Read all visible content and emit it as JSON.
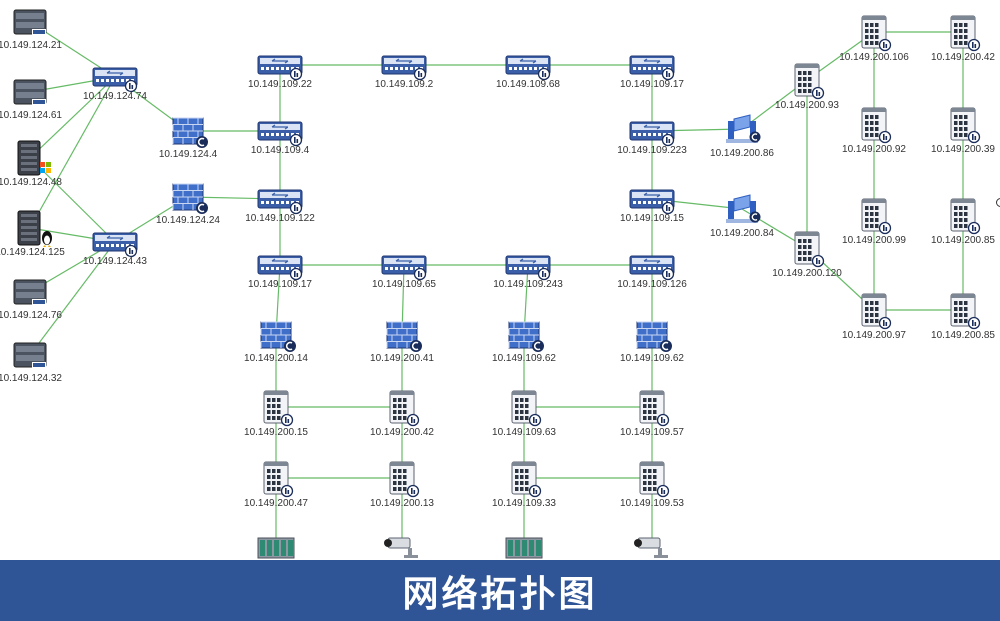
{
  "banner": {
    "title": "网络拓扑图"
  },
  "colors": {
    "link": "#66bb66",
    "banner": "#2f5597",
    "switch": "#3a5fa8",
    "firewall": "#3f6fc8"
  },
  "nodes": [
    {
      "id": "s21",
      "type": "server",
      "label": "10.149.124.21"
    },
    {
      "id": "s61",
      "type": "server",
      "label": "10.149.124.61"
    },
    {
      "id": "s48",
      "type": "windows-server",
      "label": "10.149.124.48"
    },
    {
      "id": "s125",
      "type": "linux-server",
      "label": "10.149.124.125"
    },
    {
      "id": "s76",
      "type": "server",
      "label": "10.149.124.76"
    },
    {
      "id": "s32",
      "type": "server",
      "label": "10.149.124.32"
    },
    {
      "id": "sw74",
      "type": "switch",
      "label": "10.149.124.74"
    },
    {
      "id": "sw43",
      "type": "switch",
      "label": "10.149.124.43"
    },
    {
      "id": "fw4",
      "type": "firewall",
      "label": "10.149.124.4"
    },
    {
      "id": "fw24",
      "type": "firewall",
      "label": "10.149.124.24"
    },
    {
      "id": "c22",
      "type": "switch",
      "label": "10.149.109.22"
    },
    {
      "id": "c2",
      "type": "switch",
      "label": "10.149.109.2"
    },
    {
      "id": "c68",
      "type": "switch",
      "label": "10.149.109.68"
    },
    {
      "id": "c17a",
      "type": "switch",
      "label": "10.149.109.17"
    },
    {
      "id": "c4",
      "type": "switch",
      "label": "10.149.109.4"
    },
    {
      "id": "c223",
      "type": "switch",
      "label": "10.149.109.223"
    },
    {
      "id": "c122",
      "type": "switch",
      "label": "10.149.109.122"
    },
    {
      "id": "c15",
      "type": "switch",
      "label": "10.149.109.15"
    },
    {
      "id": "c17b",
      "type": "switch",
      "label": "10.149.109.17"
    },
    {
      "id": "c65",
      "type": "switch",
      "label": "10.149.109.65"
    },
    {
      "id": "c243",
      "type": "switch",
      "label": "10.149.109.243"
    },
    {
      "id": "c126",
      "type": "switch",
      "label": "10.149.109.126"
    },
    {
      "id": "f14",
      "type": "firewall",
      "label": "10.149.200.14"
    },
    {
      "id": "f41",
      "type": "firewall",
      "label": "10.149.200.41"
    },
    {
      "id": "f62a",
      "type": "firewall",
      "label": "10.149.109.62"
    },
    {
      "id": "f62b",
      "type": "firewall",
      "label": "10.149.109.62"
    },
    {
      "id": "i15",
      "type": "industrial-switch",
      "label": "10.149.200.15"
    },
    {
      "id": "i42",
      "type": "industrial-switch",
      "label": "10.149.200.42"
    },
    {
      "id": "i63",
      "type": "industrial-switch",
      "label": "10.149.109.63"
    },
    {
      "id": "i57",
      "type": "industrial-switch",
      "label": "10.149.109.57"
    },
    {
      "id": "i47",
      "type": "industrial-switch",
      "label": "10.149.200.47"
    },
    {
      "id": "i13",
      "type": "industrial-switch",
      "label": "10.149.200.13"
    },
    {
      "id": "i33",
      "type": "industrial-switch",
      "label": "10.149.109.33"
    },
    {
      "id": "i53",
      "type": "industrial-switch",
      "label": "10.149.109.53"
    },
    {
      "id": "p1",
      "type": "plc",
      "label": ""
    },
    {
      "id": "cam1",
      "type": "camera",
      "label": ""
    },
    {
      "id": "p2",
      "type": "plc",
      "label": ""
    },
    {
      "id": "cam2",
      "type": "camera",
      "label": ""
    },
    {
      "id": "g86",
      "type": "gateway",
      "label": "10.149.200.86"
    },
    {
      "id": "g84",
      "type": "gateway",
      "label": "10.149.200.84"
    },
    {
      "id": "r93",
      "type": "industrial-switch",
      "label": "10.149.200.93"
    },
    {
      "id": "r120",
      "type": "industrial-switch",
      "label": "10.149.200.120"
    },
    {
      "id": "r106",
      "type": "industrial-switch",
      "label": "10.149.200.106"
    },
    {
      "id": "r42",
      "type": "industrial-switch",
      "label": "10.149.200.42"
    },
    {
      "id": "r92",
      "type": "industrial-switch",
      "label": "10.149.200.92"
    },
    {
      "id": "r39",
      "type": "industrial-switch",
      "label": "10.149.200.39"
    },
    {
      "id": "r99",
      "type": "industrial-switch",
      "label": "10.149.200.99"
    },
    {
      "id": "r85a",
      "type": "industrial-switch",
      "label": "10.149.200.85"
    },
    {
      "id": "r97",
      "type": "industrial-switch",
      "label": "10.149.200.97"
    },
    {
      "id": "r85b",
      "type": "industrial-switch",
      "label": "10.149.200.85"
    }
  ],
  "links": [
    [
      "s21",
      "sw74"
    ],
    [
      "s61",
      "sw74"
    ],
    [
      "s48",
      "sw74"
    ],
    [
      "s125",
      "sw74"
    ],
    [
      "s48",
      "sw43"
    ],
    [
      "s125",
      "sw43"
    ],
    [
      "s76",
      "sw43"
    ],
    [
      "s32",
      "sw43"
    ],
    [
      "sw74",
      "fw4"
    ],
    [
      "sw43",
      "fw24"
    ],
    [
      "fw4",
      "c4"
    ],
    [
      "fw24",
      "c122"
    ],
    [
      "c22",
      "c2"
    ],
    [
      "c2",
      "c68"
    ],
    [
      "c68",
      "c17a"
    ],
    [
      "c22",
      "c4"
    ],
    [
      "c4",
      "c122"
    ],
    [
      "c122",
      "c17b"
    ],
    [
      "c17a",
      "c223"
    ],
    [
      "c223",
      "c15"
    ],
    [
      "c15",
      "c126"
    ],
    [
      "c17b",
      "c65"
    ],
    [
      "c65",
      "c243"
    ],
    [
      "c243",
      "c126"
    ],
    [
      "c17b",
      "f14"
    ],
    [
      "c65",
      "f41"
    ],
    [
      "c243",
      "f62a"
    ],
    [
      "c126",
      "f62b"
    ],
    [
      "f14",
      "i15"
    ],
    [
      "f41",
      "i42"
    ],
    [
      "f62a",
      "i63"
    ],
    [
      "f62b",
      "i57"
    ],
    [
      "i15",
      "i42"
    ],
    [
      "i63",
      "i57"
    ],
    [
      "i15",
      "i47"
    ],
    [
      "i42",
      "i13"
    ],
    [
      "i63",
      "i33"
    ],
    [
      "i57",
      "i53"
    ],
    [
      "i47",
      "i13"
    ],
    [
      "i33",
      "i53"
    ],
    [
      "i47",
      "p1"
    ],
    [
      "i13",
      "cam1"
    ],
    [
      "i33",
      "p2"
    ],
    [
      "i53",
      "cam2"
    ],
    [
      "c223",
      "g86"
    ],
    [
      "c15",
      "g84"
    ],
    [
      "g86",
      "r93"
    ],
    [
      "g84",
      "r120"
    ],
    [
      "r93",
      "r106"
    ],
    [
      "r93",
      "r120"
    ],
    [
      "r120",
      "r97"
    ],
    [
      "r106",
      "r42"
    ],
    [
      "r106",
      "r92"
    ],
    [
      "r92",
      "r99"
    ],
    [
      "r99",
      "r97"
    ],
    [
      "r42",
      "r39"
    ],
    [
      "r39",
      "r85a"
    ],
    [
      "r85a",
      "r85b"
    ],
    [
      "r97",
      "r85b"
    ]
  ]
}
